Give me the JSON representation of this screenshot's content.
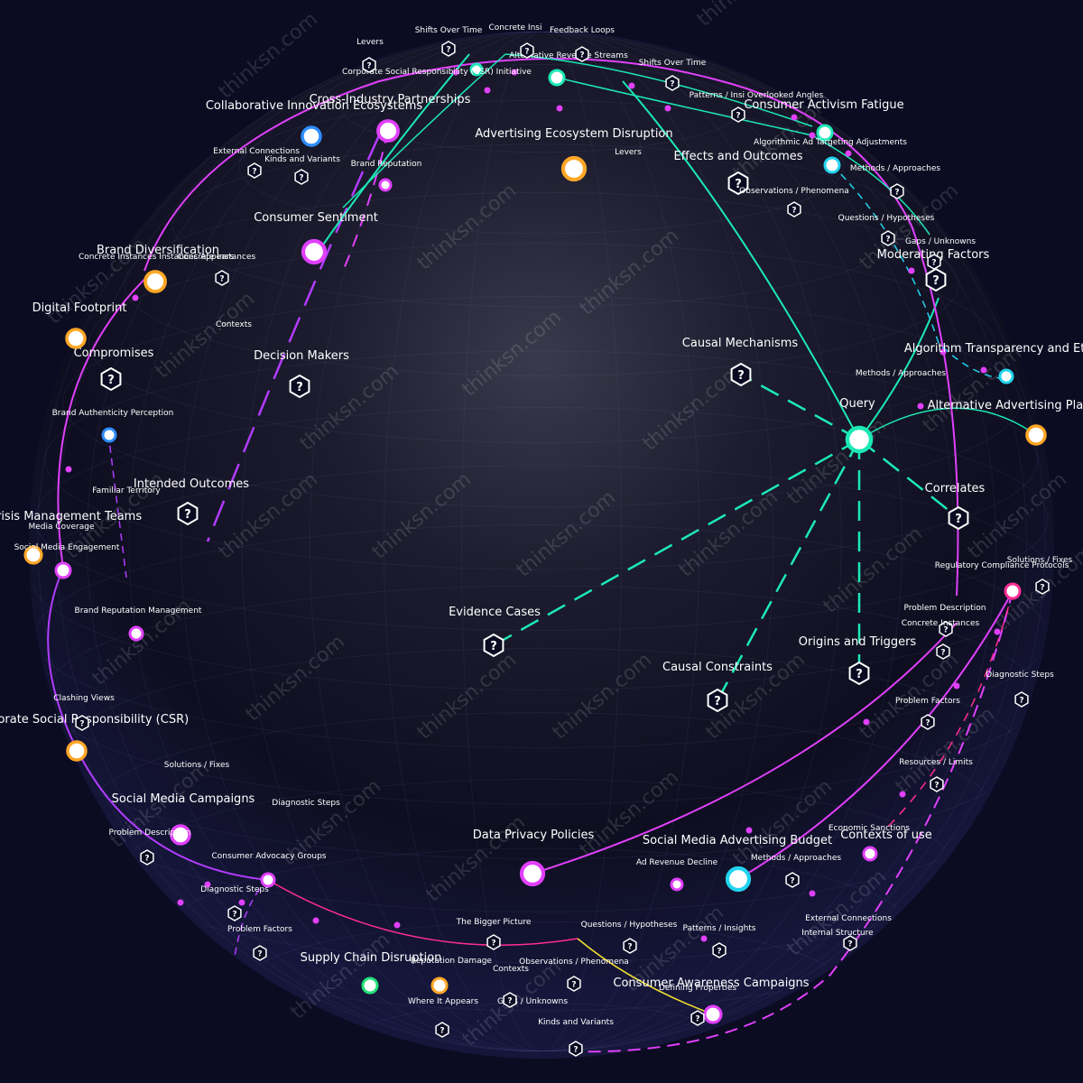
{
  "watermark": "thinksn.com",
  "colors": {
    "teal": "#1de9b6",
    "magenta": "#e040fb",
    "violet": "#b23cff",
    "pink": "#ff2d95",
    "orange": "#ffa726",
    "blue": "#2f8cff",
    "cyan": "#22d3ee",
    "green": "#22e07a",
    "yellow": "#f5e130",
    "ink": "#0b0b22"
  },
  "nodes": [
    {
      "id": "query",
      "label": "Query",
      "kind": "circle",
      "color": "teal"
    },
    {
      "id": "causal-mechanisms",
      "label": "Causal Mechanisms",
      "kind": "q"
    },
    {
      "id": "correlates",
      "label": "Correlates",
      "kind": "q"
    },
    {
      "id": "evidence-cases",
      "label": "Evidence Cases",
      "kind": "q"
    },
    {
      "id": "causal-constraints",
      "label": "Causal Constraints",
      "kind": "q"
    },
    {
      "id": "origins-triggers",
      "label": "Origins and Triggers",
      "kind": "q"
    },
    {
      "id": "decision-makers",
      "label": "Decision Makers",
      "kind": "q"
    },
    {
      "id": "intended-outcomes",
      "label": "Intended Outcomes",
      "kind": "q"
    },
    {
      "id": "effects-outcomes",
      "label": "Effects and Outcomes",
      "kind": "q"
    },
    {
      "id": "moderating-factors",
      "label": "Moderating Factors",
      "kind": "q"
    },
    {
      "id": "compromises",
      "label": "Compromises",
      "kind": "q"
    },
    {
      "id": "ad-ecosystem",
      "label": "Advertising Ecosystem Disruption",
      "kind": "circle",
      "color": "orange"
    },
    {
      "id": "consumer-sentiment",
      "label": "Consumer Sentiment",
      "kind": "circle",
      "color": "magenta"
    },
    {
      "id": "cross-industry",
      "label": "Cross-Industry Partnerships",
      "kind": "circle",
      "color": "magenta"
    },
    {
      "id": "collab-innovation",
      "label": "Collaborative Innovation Ecosystems",
      "kind": "circle",
      "color": "blue"
    },
    {
      "id": "brand-diversification",
      "label": "Brand Diversification",
      "kind": "circle",
      "color": "orange"
    },
    {
      "id": "digital-footprint",
      "label": "Digital Footprint",
      "kind": "circle",
      "color": "orange"
    },
    {
      "id": "brand-authenticity",
      "label": "Brand Authenticity Perception",
      "kind": "circle",
      "color": "blue"
    },
    {
      "id": "crisis-teams",
      "label": "Crisis Management Teams",
      "kind": "circle",
      "color": "orange"
    },
    {
      "id": "social-engagement",
      "label": "Social Media Engagement",
      "kind": "circle",
      "color": "magenta"
    },
    {
      "id": "brand-rep-mgmt",
      "label": "Brand Reputation Management",
      "kind": "circle",
      "color": "magenta"
    },
    {
      "id": "csr",
      "label": "Corporate Social Responsibility (CSR)",
      "kind": "circle",
      "color": "orange"
    },
    {
      "id": "social-campaigns",
      "label": "Social Media Campaigns",
      "kind": "circle",
      "color": "magenta"
    },
    {
      "id": "consumer-advocacy",
      "label": "Consumer Advocacy Groups",
      "kind": "circle",
      "color": "magenta"
    },
    {
      "id": "data-privacy",
      "label": "Data Privacy Policies",
      "kind": "circle",
      "color": "magenta"
    },
    {
      "id": "social-budget",
      "label": "Social Media Advertising Budget",
      "kind": "circle",
      "color": "cyan"
    },
    {
      "id": "ad-revenue-decline",
      "label": "Ad Revenue Decline",
      "kind": "circle",
      "color": "magenta"
    },
    {
      "id": "supply-chain",
      "label": "Supply Chain Disruption",
      "kind": "circle",
      "color": "green"
    },
    {
      "id": "reputation-damage",
      "label": "Reputation Damage",
      "kind": "circle",
      "color": "orange"
    },
    {
      "id": "consumer-awareness",
      "label": "Consumer Awareness Campaigns",
      "kind": "circle",
      "color": "magenta"
    },
    {
      "id": "contexts-of-use",
      "label": "Contexts of use",
      "kind": "circle",
      "color": "magenta"
    },
    {
      "id": "regulatory",
      "label": "Regulatory Compliance Protocols",
      "kind": "circle",
      "color": "pink"
    },
    {
      "id": "alt-ad-platforms",
      "label": "Alternative Advertising Platforms",
      "kind": "circle",
      "color": "orange"
    },
    {
      "id": "algo-transparency",
      "label": "Algorithm Transparency and Ethics",
      "kind": "circle",
      "color": "cyan"
    },
    {
      "id": "activism-fatigue",
      "label": "Consumer Activism Fatigue",
      "kind": "circle",
      "color": "teal"
    },
    {
      "id": "algo-targeting",
      "label": "Algorithmic Ad Targeting Adjustments",
      "kind": "circle",
      "color": "cyan"
    },
    {
      "id": "alt-revenue",
      "label": "Alternative Revenue Streams",
      "kind": "circle",
      "color": "teal"
    },
    {
      "id": "csr-initiative",
      "label": "Corporate Social Responsibility (CSR) Initiative",
      "kind": "circle",
      "color": "teal"
    },
    {
      "id": "brand-reputation",
      "label": "Brand Reputation",
      "kind": "circle",
      "color": "magenta"
    }
  ],
  "minor_labels": [
    "Levers",
    "Shifts Over Time",
    "Concrete Insi",
    "Feedback Loops",
    "Shifts Over Time",
    "Patterns / Insi Overlooked Angles",
    "Methods / Approaches",
    "Observations / Phenomena",
    "Questions / Hypotheses",
    "Gaps / Unknowns",
    "External Connections",
    "Kinds and Variants",
    "Concrete Instances",
    "Contexts",
    "Familiar Territory",
    "Media Coverage",
    "Levers",
    "Methods / Approaches",
    "Solutions / Fixes",
    "Problem Description",
    "Concrete Instances",
    "Diagnostic Steps",
    "Problem Factors",
    "Resources / Limits",
    "Economic Sanctions",
    "Methods / Approaches",
    "External Connections",
    "Internal Structure",
    "Patterns / Insights",
    "Questions / Hypotheses",
    "Observations / Phenomena",
    "The Bigger Picture",
    "Contexts",
    "Where It Appears",
    "Gaps / Unknowns",
    "Kinds and Variants",
    "Defining Properties",
    "Clashing Views",
    "Solutions / Fixes",
    "Diagnostic Steps",
    "Problem Description",
    "Diagnostic Steps",
    "Problem Factors",
    "Concrete Instances Instances Appears"
  ]
}
